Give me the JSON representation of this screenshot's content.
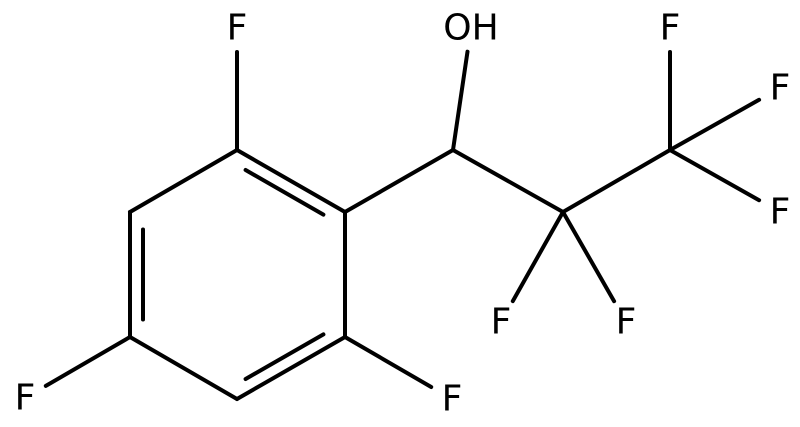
{
  "structure": {
    "atoms": [
      {
        "id": "c1",
        "label": ""
      },
      {
        "id": "c2",
        "label": ""
      },
      {
        "id": "c3",
        "label": ""
      },
      {
        "id": "c4",
        "label": ""
      },
      {
        "id": "c5",
        "label": ""
      },
      {
        "id": "c6",
        "label": ""
      },
      {
        "id": "c7",
        "label": ""
      },
      {
        "id": "c8",
        "label": ""
      },
      {
        "id": "c9",
        "label": ""
      },
      {
        "id": "f-c2",
        "label": "F"
      },
      {
        "id": "f-c4",
        "label": "F"
      },
      {
        "id": "f-c6",
        "label": "F"
      },
      {
        "id": "oh",
        "label": "OH"
      },
      {
        "id": "f-c8a",
        "label": "F"
      },
      {
        "id": "f-c8b",
        "label": "F"
      },
      {
        "id": "f-c9a",
        "label": "F"
      },
      {
        "id": "f-c9b",
        "label": "F"
      },
      {
        "id": "f-c9c",
        "label": "F"
      }
    ],
    "bonds": [
      {
        "from": "c1",
        "to": "c2",
        "order": 2
      },
      {
        "from": "c2",
        "to": "c3",
        "order": 1
      },
      {
        "from": "c3",
        "to": "c4",
        "order": 2
      },
      {
        "from": "c4",
        "to": "c5",
        "order": 1
      },
      {
        "from": "c5",
        "to": "c6",
        "order": 2
      },
      {
        "from": "c6",
        "to": "c1",
        "order": 1
      },
      {
        "from": "c1",
        "to": "c7",
        "order": 1
      },
      {
        "from": "c7",
        "to": "oh",
        "order": 1
      },
      {
        "from": "c7",
        "to": "c8",
        "order": 1
      },
      {
        "from": "c8",
        "to": "c9",
        "order": 1
      },
      {
        "from": "c2",
        "to": "f-c2",
        "order": 1
      },
      {
        "from": "c4",
        "to": "f-c4",
        "order": 1
      },
      {
        "from": "c6",
        "to": "f-c6",
        "order": 1
      },
      {
        "from": "c8",
        "to": "f-c8a",
        "order": 1
      },
      {
        "from": "c8",
        "to": "f-c8b",
        "order": 1
      },
      {
        "from": "c9",
        "to": "f-c9a",
        "order": 1
      },
      {
        "from": "c9",
        "to": "f-c9b",
        "order": 1
      },
      {
        "from": "c9",
        "to": "f-c9c",
        "order": 1
      }
    ]
  }
}
